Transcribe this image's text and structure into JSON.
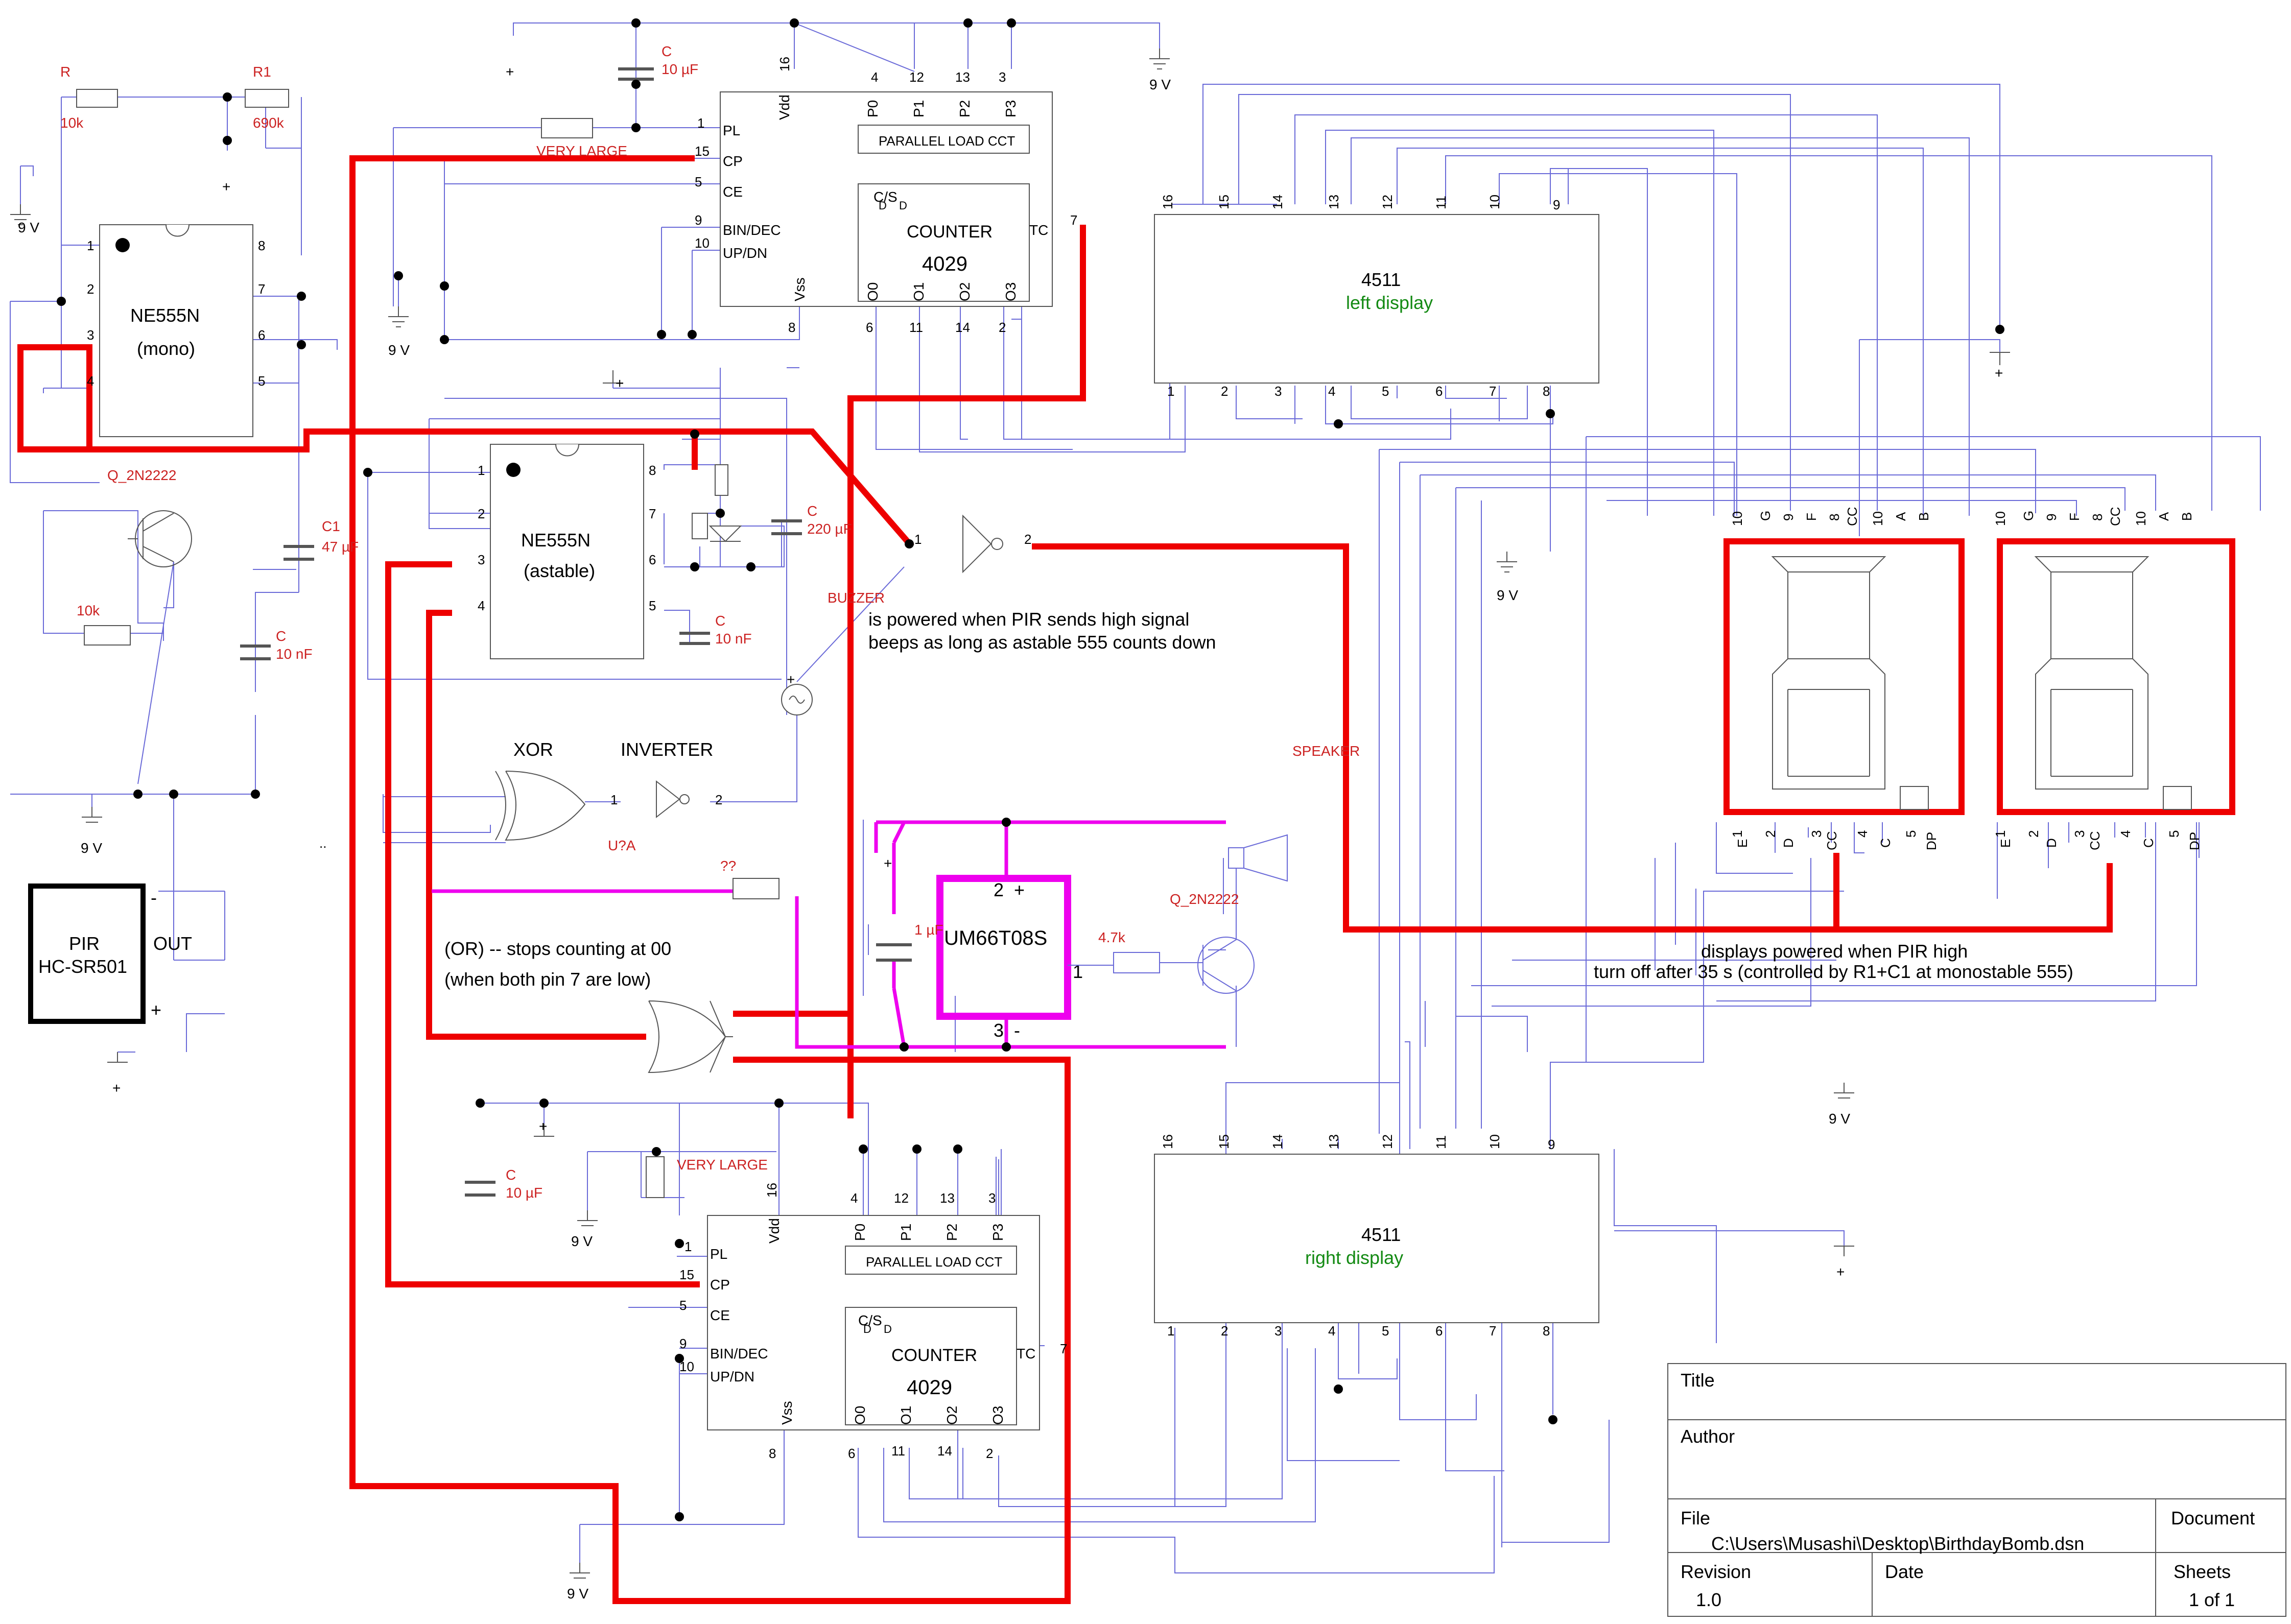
{
  "labels": {
    "r": "R",
    "r_val": "10k",
    "r1": "R1",
    "r1_val": "690k",
    "c_top": "C",
    "c_top_val": "10 µF",
    "very_large_top": "VERY LARGE",
    "very_large_bottom": "VERY LARGE",
    "c1": "C1",
    "c1_val": "47 µF",
    "c_mono": "C",
    "c_mono_val": "10 nF",
    "c_astable": "C",
    "c_astable_val": "10 nF",
    "c_220": "C",
    "c_220_val": "220 µF",
    "c_bottom": "C",
    "c_bottom_val": "10 µF",
    "c_1u": "1 µF",
    "r_10k_q": "10k",
    "r_4k7": "4.7k",
    "q1": "Q_2N2222",
    "q2": "Q_2N2222",
    "buzzer": "BUZZER",
    "speaker": "SPEAKER",
    "xor": "XOR",
    "inverter": "INVERTER",
    "u_a": "U?A",
    "qq": "??",
    "inv_pin1": "1",
    "inv_pin2": "2",
    "ginv_pin1": "1",
    "ginv_pin2": "2",
    "dots": ".."
  },
  "chips": {
    "mono": {
      "name": "NE555N",
      "mode": "(mono)"
    },
    "astable": {
      "name": "NE555N",
      "mode": "(astable)"
    },
    "counter_top": {
      "name": "COUNTER",
      "part": "4029",
      "plc": "PARALLEL LOAD CCT"
    },
    "counter_bottom": {
      "name": "COUNTER",
      "part": "4029",
      "plc": "PARALLEL LOAD CCT"
    },
    "dec_left": {
      "part": "4511",
      "desc": "left display"
    },
    "dec_right": {
      "part": "4511",
      "desc": "right display"
    },
    "um": {
      "name": "UM66T08S"
    },
    "pir": {
      "line1": "PIR",
      "line2": "HC-SR501",
      "out": "OUT",
      "minus": "-",
      "plus": "+"
    }
  },
  "power": {
    "nine_v": "9 V",
    "plus": "+"
  },
  "notes": {
    "buzzer_1": "is powered when PIR sends high signal",
    "buzzer_2": "beeps as long as astable 555 counts down",
    "or_1": "(OR) -- stops counting at 00",
    "or_2": "(when both pin 7 are low)",
    "disp_1": "displays powered when PIR high",
    "disp_2": "turn off after 35 s (controlled by R1+C1 at monostable 555)"
  },
  "title_block": {
    "title_label": "Title",
    "author_label": "Author",
    "file_label": "File",
    "file_value": "C:\\Users\\Musashi\\Desktop\\BirthdayBomb.dsn",
    "document_label": "Document",
    "revision_label": "Revision",
    "revision_value": "1.0",
    "date_label": "Date",
    "sheets_label": "Sheets",
    "sheets_value": "1 of 1"
  },
  "colors": {
    "wire": "#6a6ad8",
    "bus": "#ee0000",
    "sound": "#ee00ee",
    "component_label": "#cc2222",
    "decoder_label": "#138a13"
  }
}
